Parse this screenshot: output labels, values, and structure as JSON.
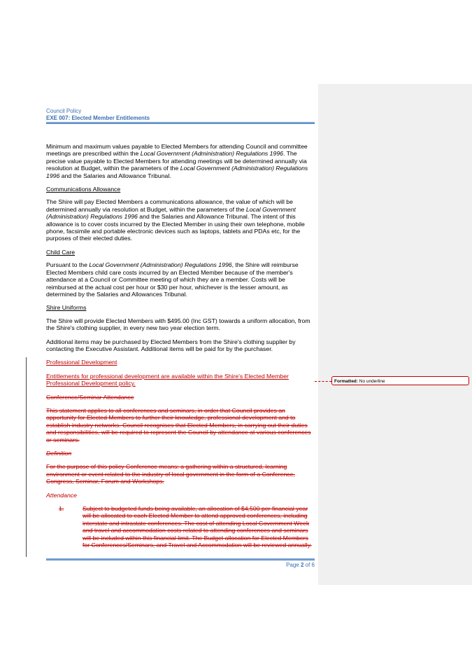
{
  "header": {
    "line1": "Council Policy",
    "line2": "EXE 007: Elected Member Entitlements"
  },
  "body": {
    "p1_a": "Minimum and maximum values payable to Elected Members for attending Council and committee meetings are prescribed within the ",
    "p1_i1": "Local Government (Administration) Regulations 1996",
    "p1_b": ". The precise value payable to Elected Members for attending meetings will be determined annually via resolution at Budget, within the parameters of the ",
    "p1_i2": "Local Government (Administration) Regulations 1996",
    "p1_c": " and the Salaries and Allowance Tribunal.",
    "h_comm": "Communications Allowance",
    "p2_a": "The Shire will pay Elected Members a communications allowance, the value of which will be determined annually via resolution at Budget, within the parameters of the ",
    "p2_i": "Local Government (Administration) Regulations 1996",
    "p2_b": " and the Salaries and Allowance Tribunal. The intent of this allowance is to cover costs incurred by the Elected Member in using their own telephone, mobile phone, facsimile and portable electronic devices such as laptops, tablets and PDAs etc, for the purposes of their elected duties.",
    "h_child": "Child Care",
    "p3_a": "Pursuant to the ",
    "p3_i": "Local Government (Administration) Regulations 1996",
    "p3_b": ", the Shire will reimburse Elected Members child care costs incurred by an Elected Member because of the member's attendance at a Council or Committee meeting of which they are a member. Costs will be reimbursed at the actual cost per hour or $30 per hour, whichever is the lesser amount, as determined by the Salaries and Allowances Tribunal.",
    "h_uniform": "Shire Uniforms",
    "p4": "The Shire will provide Elected Members with $495.00 (Inc GST) towards a uniform allocation, from the Shire's clothing supplier, in every new two year election term.",
    "p5": "Additional items may be purchased by Elected Members from the Shire's clothing supplier by contacting the Executive Assistant. Additional items will be paid for by the purchaser.",
    "h_prof": "Professional Development",
    "p6": "Entitlements for professional development are available within the Shire's Elected Member Professional Development policy.",
    "h_conf": "Conference/Seminar Attendance",
    "p7": "This statement applies to all conferences and seminars, in order that Council provides an opportunity for Elected Members to further their knowledge, professional development and to establish industry networks. Council recognises that Elected Members, in carrying out their duties and responsibilities, will be required to represent the Council by attendance at various conferences or seminars.",
    "h_def": "Definition",
    "p8": "For the purpose of this policy Conference means: a gathering within a structured, learning environment or event related to the industry of local government in the form of a Conference, Congress, Seminar, Forum and Workshops.",
    "h_att": "Attendance",
    "li1_num": "1.",
    "li1": "Subject to budgeted funds being available, an allocation of $4,500 per financial year will be allocated to each Elected Member to attend approved conferences, including interstate and intrastate conferences. The cost of attending Local Government Week and travel and accommodation costs related to attending conferences and seminars will be included within this financial limit. The Budget allocation for Elected Members for Conferences/Seminars, and Travel and Accommodation will be reviewed annually."
  },
  "footer": {
    "page_label": "Page ",
    "page_num": "2",
    "of_label": " of ",
    "page_total": "6"
  },
  "comment": {
    "label": "Formatted:",
    "text": " No underline"
  },
  "colors": {
    "header_blue": "#3a6fb3",
    "revision_red": "#c00000"
  }
}
